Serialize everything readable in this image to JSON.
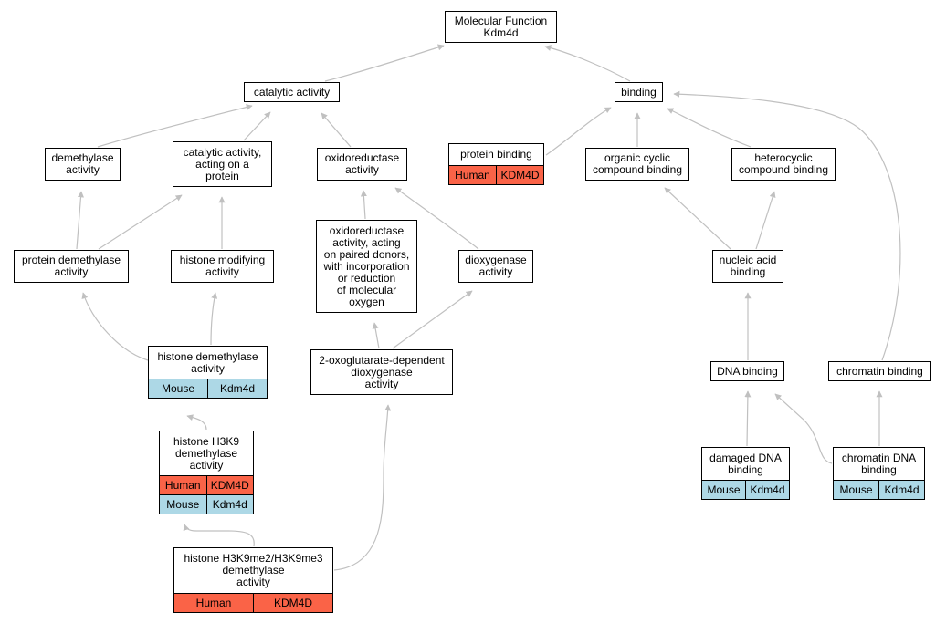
{
  "diagram": {
    "nodes": [
      {
        "id": "mf",
        "label": "Molecular Function\nKdm4d",
        "rows": []
      },
      {
        "id": "catalytic",
        "label": "catalytic activity",
        "rows": []
      },
      {
        "id": "binding",
        "label": "binding",
        "rows": []
      },
      {
        "id": "demethylase",
        "label": "demethylase\nactivity",
        "rows": []
      },
      {
        "id": "cat_protein",
        "label": "catalytic activity,\nacting on a\nprotein",
        "rows": []
      },
      {
        "id": "oxidoreductase",
        "label": "oxidoreductase\nactivity",
        "rows": []
      },
      {
        "id": "protein_binding",
        "label": "protein binding",
        "rows": [
          {
            "species": "Human",
            "gene": "KDM4D"
          }
        ]
      },
      {
        "id": "org_cyclic",
        "label": "organic cyclic\ncompound binding",
        "rows": []
      },
      {
        "id": "heterocyclic",
        "label": "heterocyclic\ncompound binding",
        "rows": []
      },
      {
        "id": "prot_demeth",
        "label": "protein demethylase\nactivity",
        "rows": []
      },
      {
        "id": "histone_mod",
        "label": "histone modifying\nactivity",
        "rows": []
      },
      {
        "id": "oxido_paired",
        "label": "oxidoreductase\nactivity, acting\non paired donors,\nwith incorporation\nor reduction\nof molecular\noxygen",
        "rows": []
      },
      {
        "id": "dioxygenase",
        "label": "dioxygenase\nactivity",
        "rows": []
      },
      {
        "id": "nucleic",
        "label": "nucleic acid\nbinding",
        "rows": []
      },
      {
        "id": "hist_demeth",
        "label": "histone demethylase\nactivity",
        "rows": [
          {
            "species": "Mouse",
            "gene": "Kdm4d"
          }
        ]
      },
      {
        "id": "oxoglut",
        "label": "2-oxoglutarate-dependent\ndioxygenase\nactivity",
        "rows": []
      },
      {
        "id": "dna_binding",
        "label": "DNA binding",
        "rows": []
      },
      {
        "id": "chromatin_binding",
        "label": "chromatin binding",
        "rows": []
      },
      {
        "id": "h3k9",
        "label": "histone H3K9\ndemethylase\nactivity",
        "rows": [
          {
            "species": "Human",
            "gene": "KDM4D"
          },
          {
            "species": "Mouse",
            "gene": "Kdm4d"
          }
        ]
      },
      {
        "id": "damaged_dna",
        "label": "damaged DNA\nbinding",
        "rows": [
          {
            "species": "Mouse",
            "gene": "Kdm4d"
          }
        ]
      },
      {
        "id": "chromatin_dna",
        "label": "chromatin DNA\nbinding",
        "rows": [
          {
            "species": "Mouse",
            "gene": "Kdm4d"
          }
        ]
      },
      {
        "id": "h3k9me2",
        "label": "histone H3K9me2/H3K9me3\ndemethylase\nactivity",
        "rows": [
          {
            "species": "Human",
            "gene": "KDM4D"
          }
        ]
      }
    ],
    "edges": [
      {
        "from": "catalytic",
        "to": "mf"
      },
      {
        "from": "binding",
        "to": "mf"
      },
      {
        "from": "demethylase",
        "to": "catalytic"
      },
      {
        "from": "cat_protein",
        "to": "catalytic"
      },
      {
        "from": "oxidoreductase",
        "to": "catalytic"
      },
      {
        "from": "protein_binding",
        "to": "binding"
      },
      {
        "from": "org_cyclic",
        "to": "binding"
      },
      {
        "from": "heterocyclic",
        "to": "binding"
      },
      {
        "from": "chromatin_binding",
        "to": "binding"
      },
      {
        "from": "prot_demeth",
        "to": "demethylase"
      },
      {
        "from": "prot_demeth",
        "to": "cat_protein"
      },
      {
        "from": "histone_mod",
        "to": "cat_protein"
      },
      {
        "from": "oxido_paired",
        "to": "oxidoreductase"
      },
      {
        "from": "dioxygenase",
        "to": "oxidoreductase"
      },
      {
        "from": "nucleic",
        "to": "org_cyclic"
      },
      {
        "from": "nucleic",
        "to": "heterocyclic"
      },
      {
        "from": "hist_demeth",
        "to": "prot_demeth"
      },
      {
        "from": "hist_demeth",
        "to": "histone_mod"
      },
      {
        "from": "oxoglut",
        "to": "oxido_paired"
      },
      {
        "from": "oxoglut",
        "to": "dioxygenase"
      },
      {
        "from": "dna_binding",
        "to": "nucleic"
      },
      {
        "from": "h3k9",
        "to": "hist_demeth"
      },
      {
        "from": "damaged_dna",
        "to": "dna_binding"
      },
      {
        "from": "chromatin_dna",
        "to": "dna_binding"
      },
      {
        "from": "chromatin_dna",
        "to": "chromatin_binding"
      },
      {
        "from": "h3k9me2",
        "to": "h3k9"
      },
      {
        "from": "h3k9me2",
        "to": "oxoglut"
      }
    ],
    "colors": {
      "human": "#fa6347",
      "mouse": "#add8e6",
      "edge": "#c0c0c0",
      "border": "#000000"
    }
  }
}
